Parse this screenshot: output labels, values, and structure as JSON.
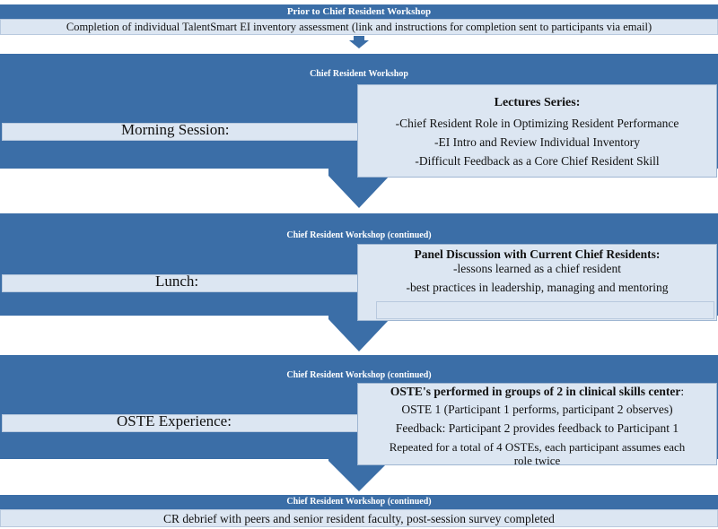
{
  "top": {
    "title": "Prior to Chief Resident Workshop",
    "text": "Completion of individual TalentSmart EI inventory assessment (link and instructions for completion sent to participants via email)"
  },
  "morning": {
    "band_title": "Chief Resident Workshop",
    "label": "Morning Session:",
    "heading": "Lectures Series:",
    "items": [
      "-Chief Resident Role in Optimizing Resident Performance",
      "-EI Intro and Review Individual Inventory",
      "-Difficult Feedback as a Core Chief Resident Skill"
    ]
  },
  "lunch": {
    "band_title": "Chief Resident Workshop (continued)",
    "label": "Lunch:",
    "heading": "Panel Discussion with Current Chief Residents:",
    "items": [
      "-lessons learned as a chief resident",
      "-best practices in leadership, managing and mentoring"
    ]
  },
  "oste": {
    "band_title": "Chief Resident Workshop (continued)",
    "label": "OSTE Experience:",
    "heading_bold": "OSTE's performed in groups of 2 in clinical skills center",
    "heading_colon": ":",
    "items": [
      "OSTE 1 (Participant 1 performs, participant 2 observes)",
      "Feedback: Participant 2 provides feedback to Participant 1",
      "Repeated for a total of 4 OSTEs, each participant assumes each",
      "role twice"
    ]
  },
  "bottom": {
    "title": "Chief Resident Workshop (continued)",
    "text": "CR debrief with peers and senior resident faculty, post-session survey completed"
  },
  "colors": {
    "band": "#3b6ea7",
    "light": "#dce6f2",
    "border": "#9fb6d2"
  }
}
